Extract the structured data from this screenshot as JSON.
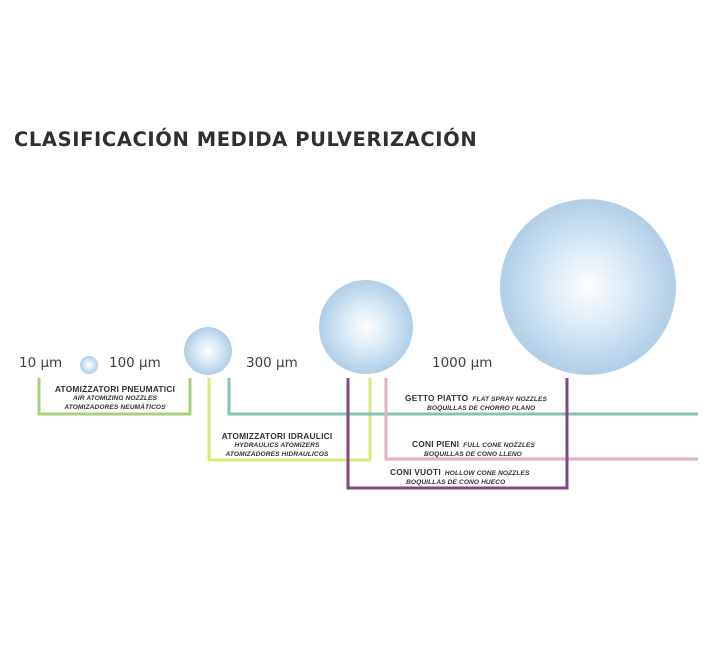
{
  "title": "CLASIFICACIÓN MEDIDA PULVERIZACIÓN",
  "sizes": [
    "10 µm",
    "100 µm",
    "300 µm",
    "1000 µm"
  ],
  "groups": {
    "air": {
      "main": "ATOMIZZATORI PNEUMATICI",
      "en": "AIR ATOMIZING NOZZLES",
      "es": "ATOMIZADORES NEUMÁTICOS",
      "color": "#a7d17a"
    },
    "hydraulic": {
      "main": "ATOMIZZATORI IDRAULICI",
      "en": "HYDRAULICS ATOMIZERS",
      "es": "ATOMIZADORES HIDRAULICOS",
      "color": "#dde87a"
    },
    "flat": {
      "main": "GETTO PIATTO",
      "en": "FLAT SPRAY NOZZLES",
      "es": "BOQUILLAS DE CHORRO PLANO",
      "color": "#86c2b5"
    },
    "full": {
      "main": "CONI PIENI",
      "en": "FULL CONE NOZZLES",
      "es": "BOQUILLAS DE CONO LLENO",
      "color": "#e2b0c0"
    },
    "hollow": {
      "main": "CONI VUOTI",
      "en": "HOLLOW CONE NOZZLES",
      "es": "BOQUILLAS DE CONO HUECO",
      "color": "#7f4a84"
    }
  },
  "droplet_color": "#c9dff0"
}
